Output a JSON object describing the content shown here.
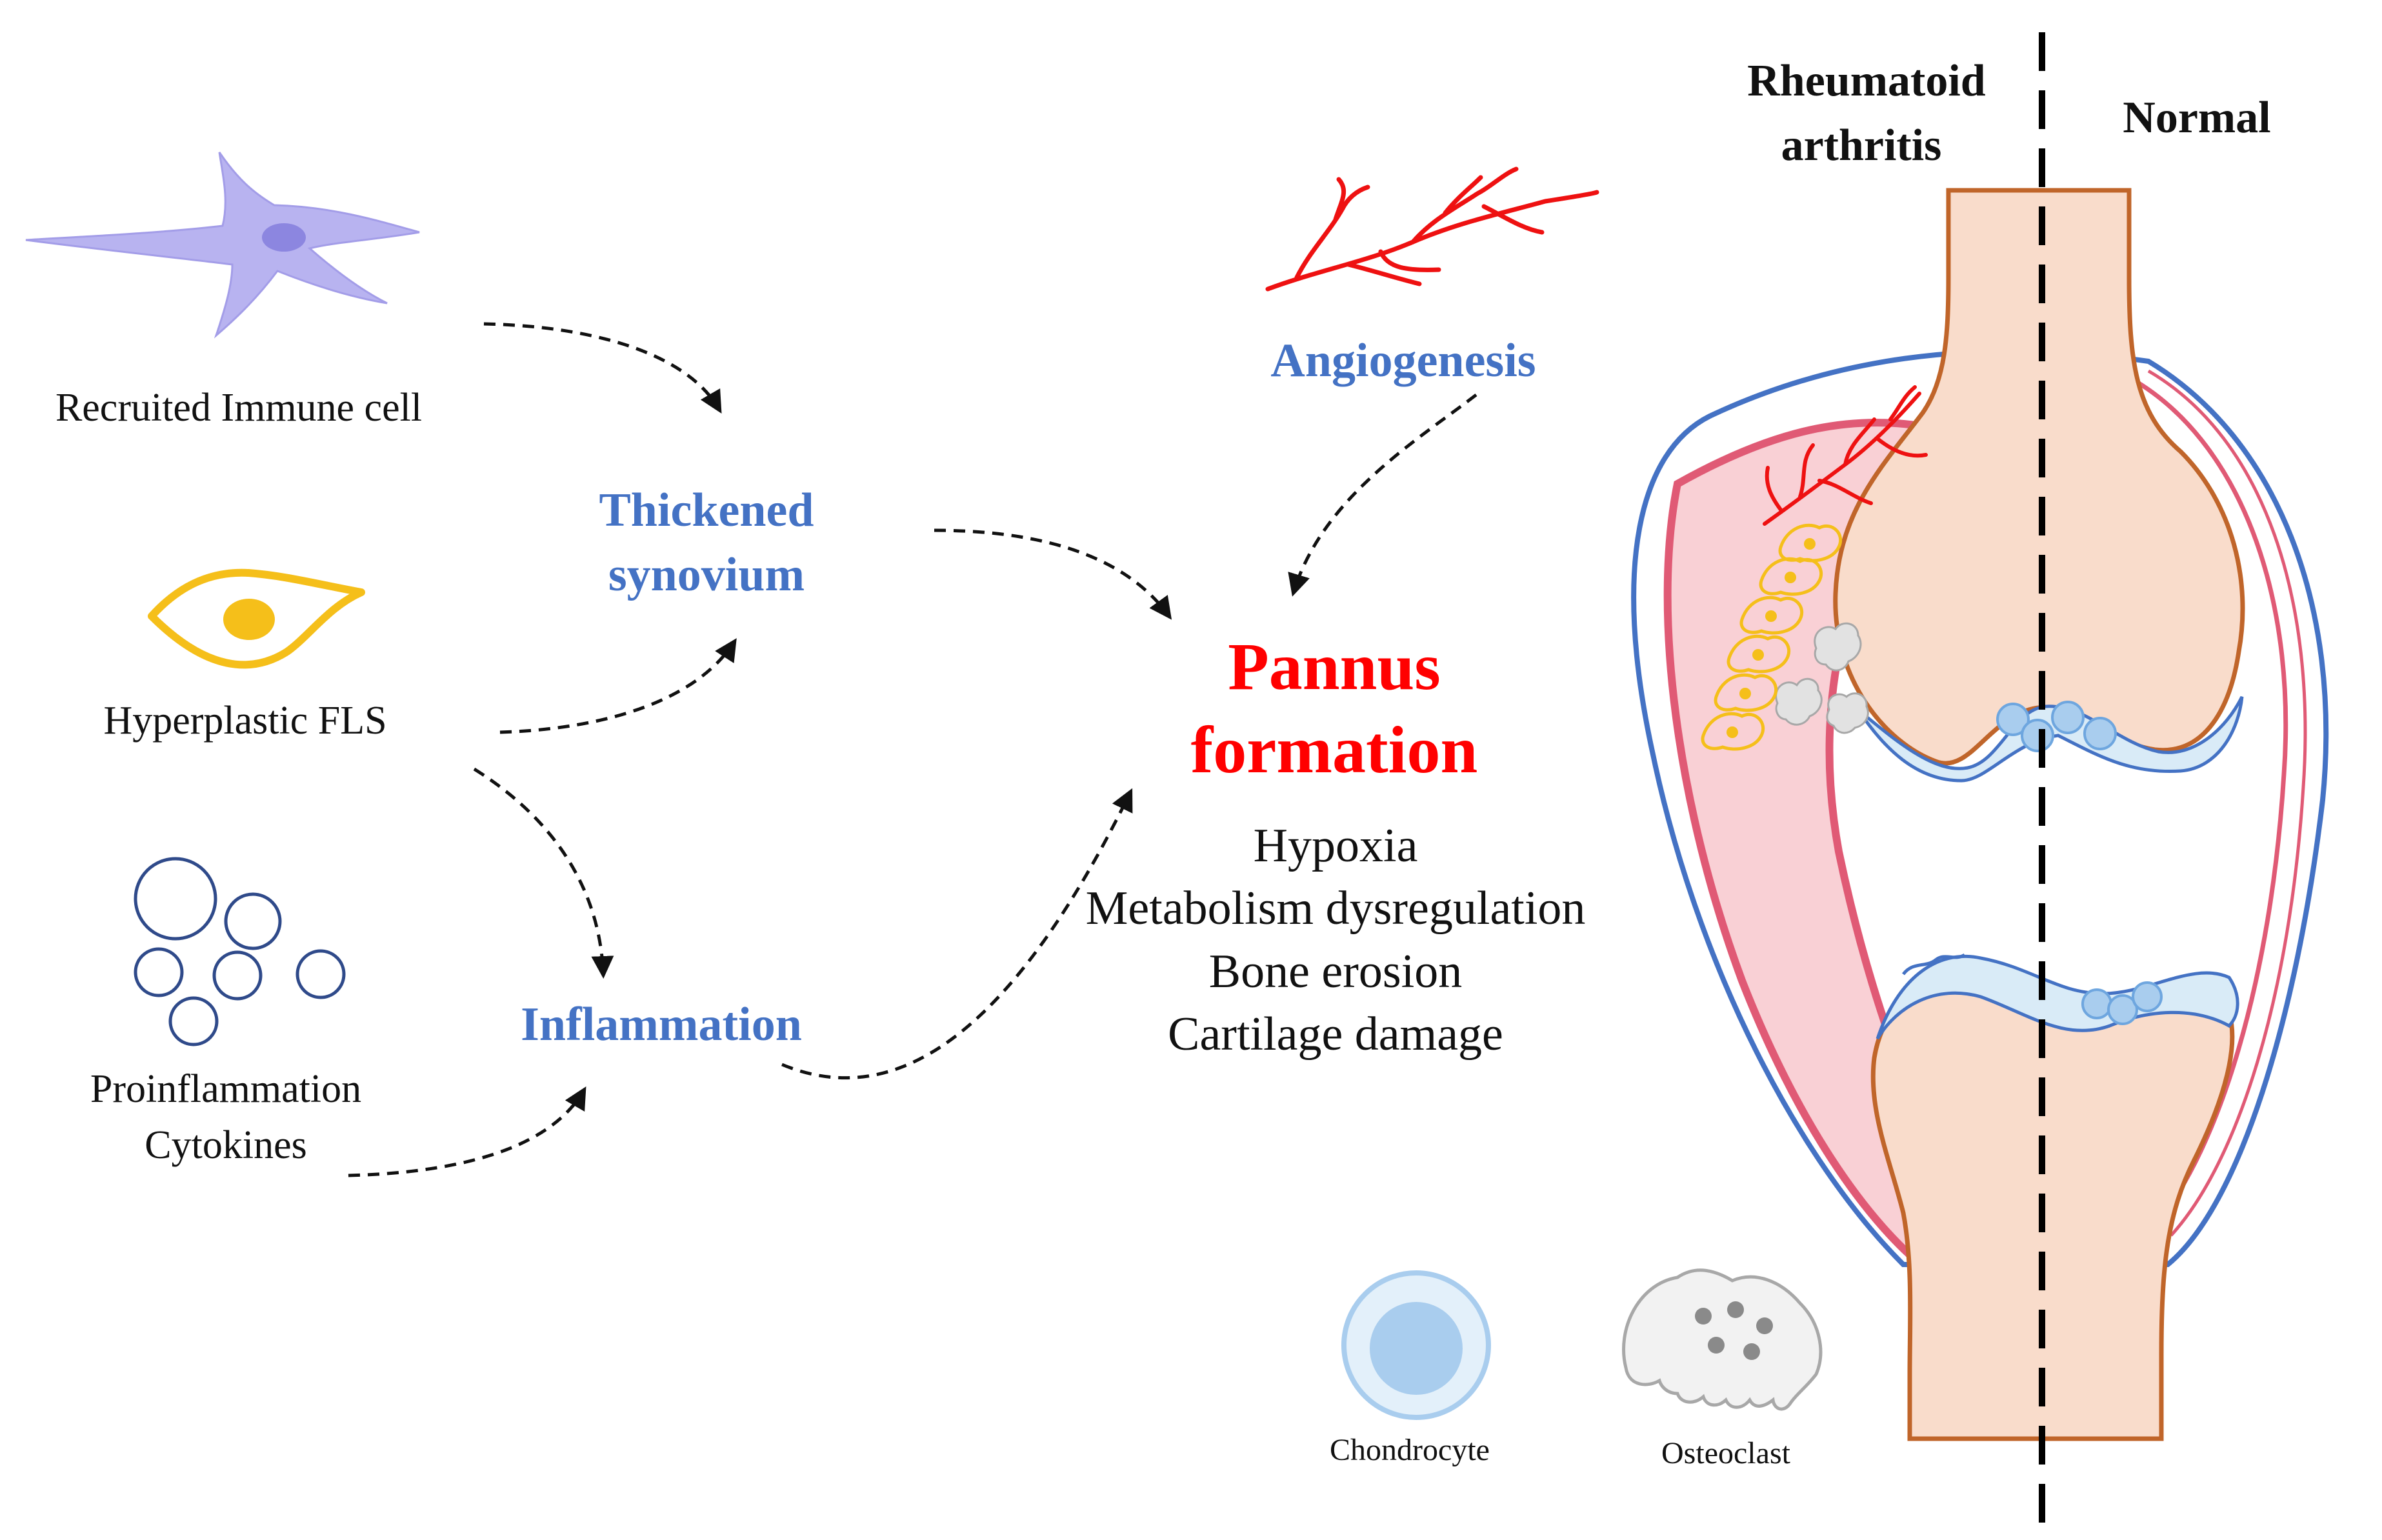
{
  "causes": {
    "immune_cell": "Recruited Immune cell",
    "fls": "Hyperplastic FLS",
    "cytokines_line1": "Proinflammation",
    "cytokines_line2": "Cytokines"
  },
  "intermediates": {
    "synovium_line1": "Thickened",
    "synovium_line2": "synovium",
    "inflammation": "Inflammation",
    "angiogenesis": "Angiogenesis"
  },
  "outcome": {
    "title_line1": "Pannus",
    "title_line2": "formation",
    "effects": [
      "Hypoxia",
      "Metabolism dysregulation",
      "Bone erosion",
      "Cartilage damage"
    ]
  },
  "joint": {
    "left_header_line1": "Rheumatoid",
    "left_header_line2": "arthritis",
    "right_header": "Normal"
  },
  "legend": {
    "chondrocyte": "Chondrocyte",
    "osteoclast": "Osteoclast"
  },
  "colors": {
    "accent_blue": "#4472c4",
    "pannus_red": "#ff0000",
    "bone_fill": "#f9dccb",
    "bone_stroke": "#c0652a",
    "synovium_pink": "#e05a75",
    "capsule_blue": "#4472c4",
    "immune_cell": "#b8b3f0",
    "fls_yellow": "#f5bf1a",
    "cytokine_navy": "#2f4a8a"
  }
}
